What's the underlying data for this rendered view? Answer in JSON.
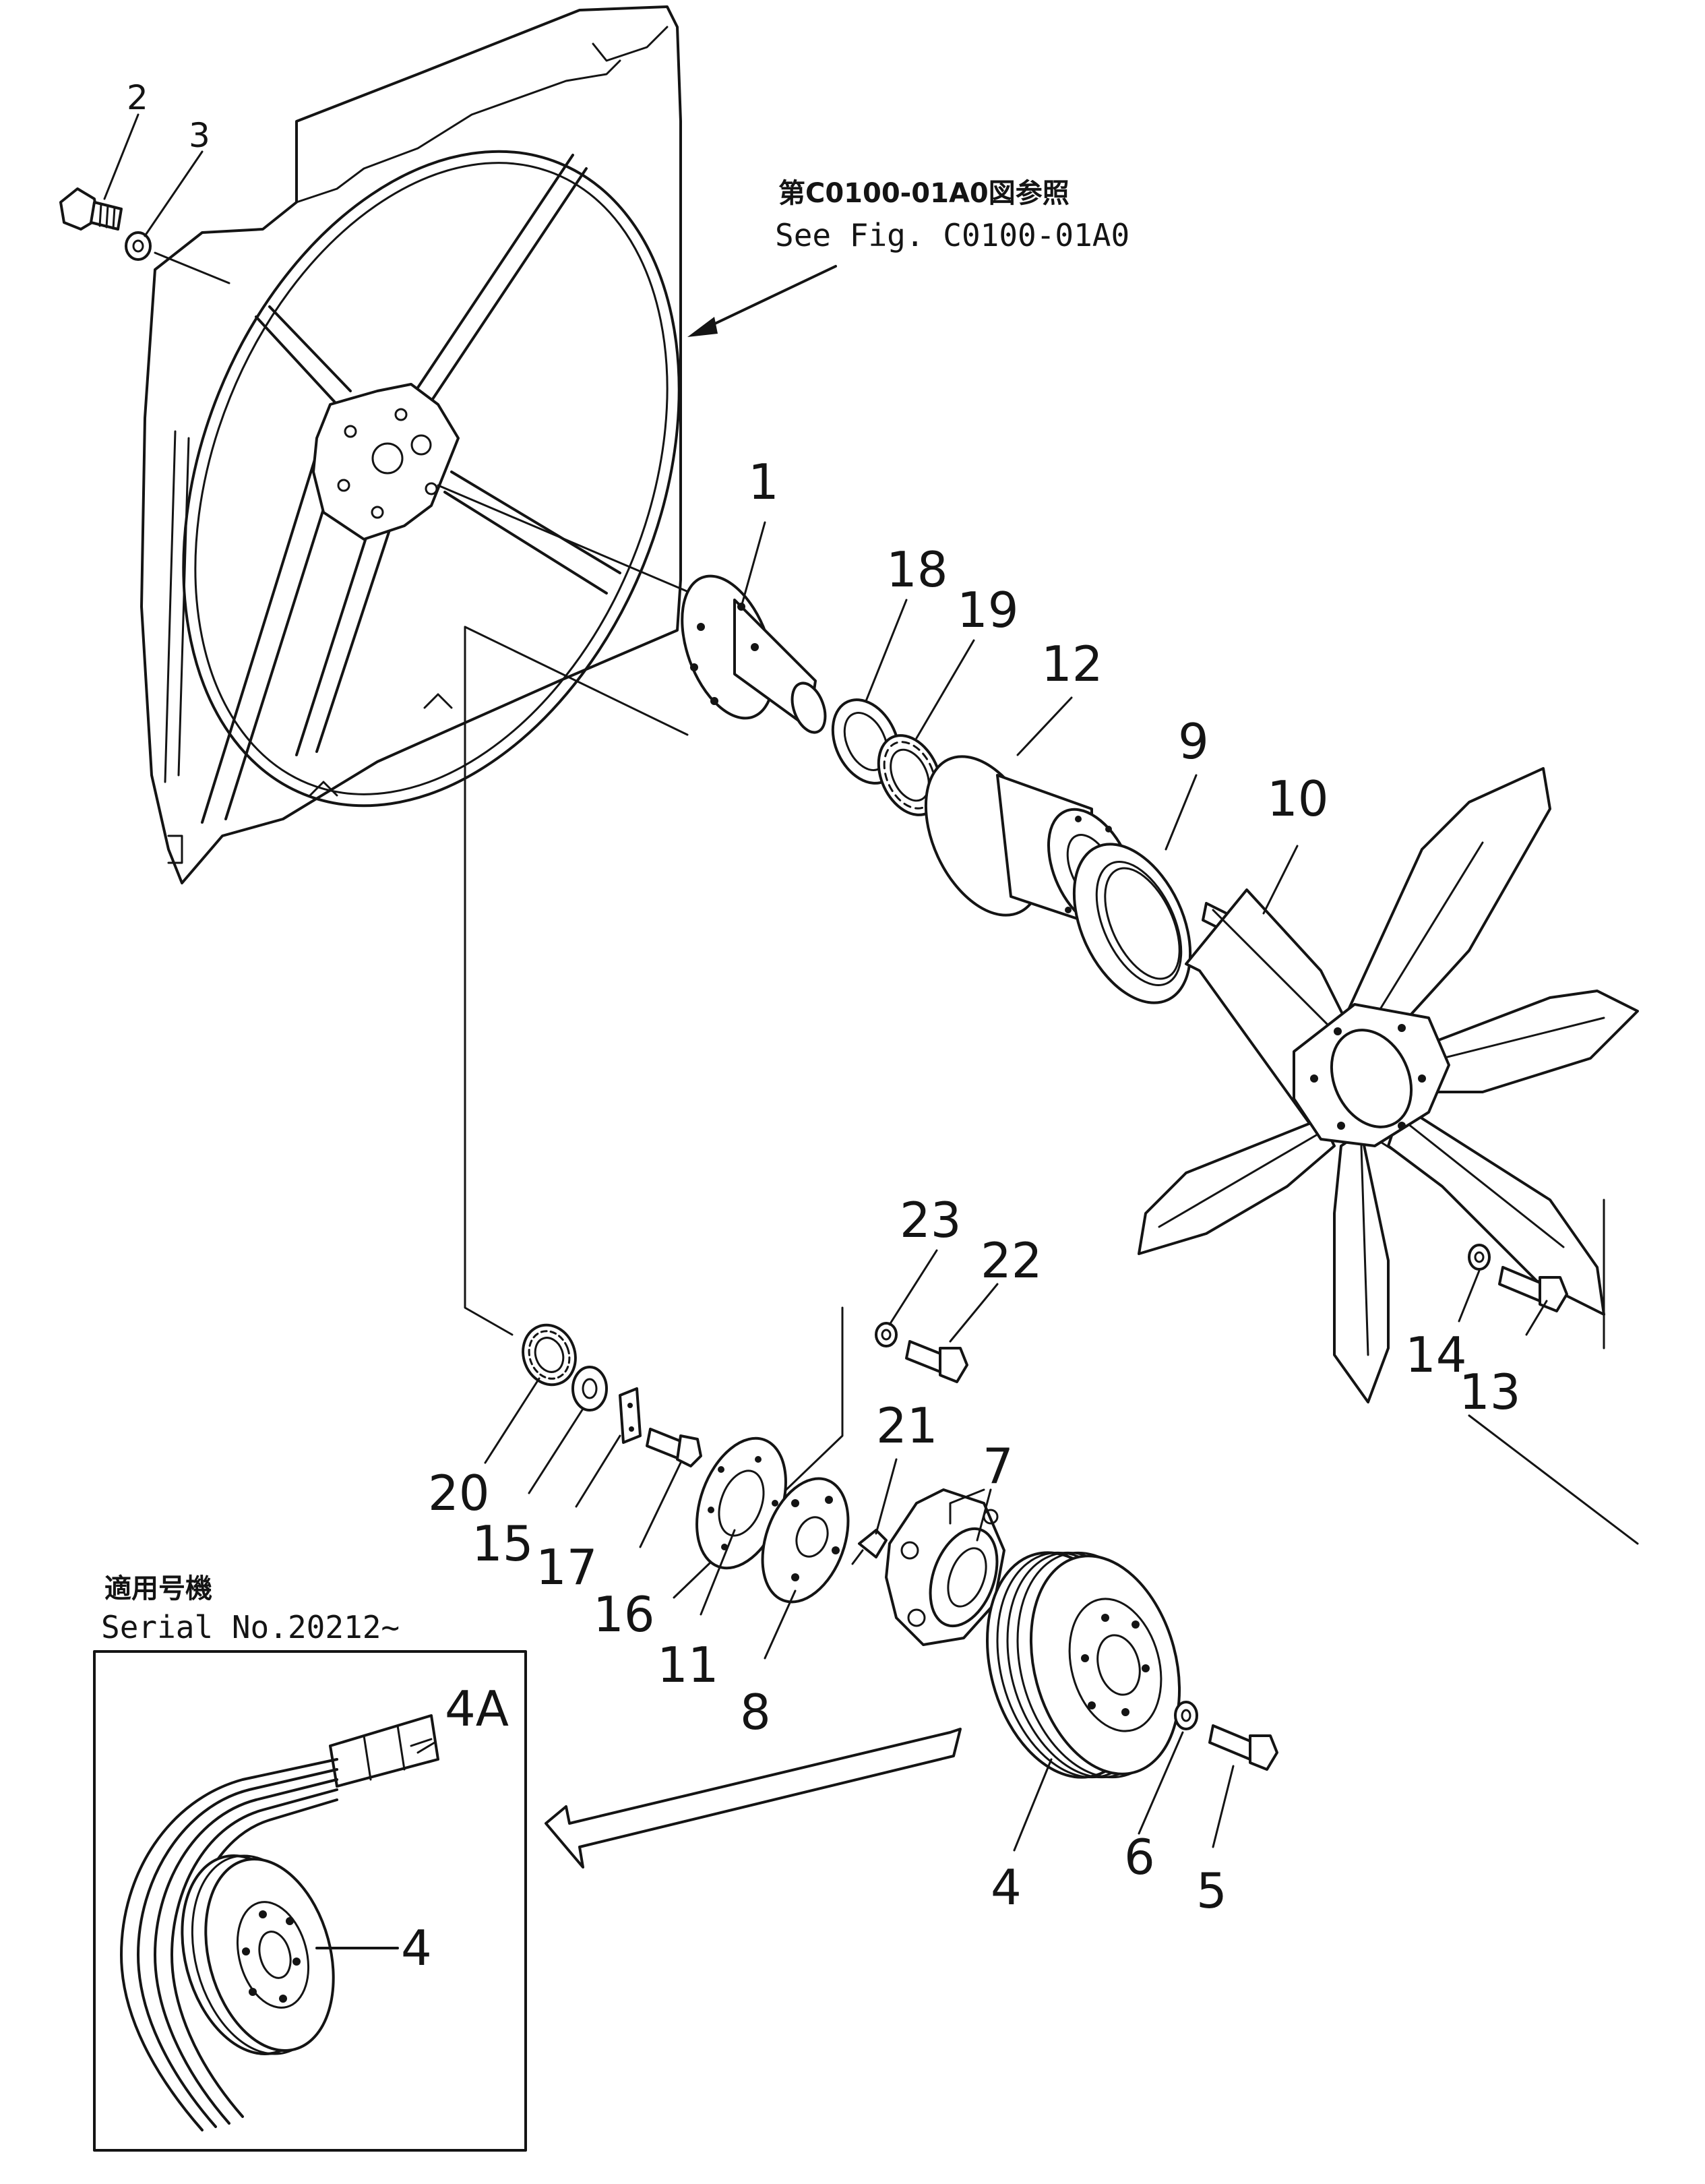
{
  "reference_note": {
    "japanese": "第C0100-01A0図参照",
    "english": "See Fig. C0100-01A0"
  },
  "serial_note": {
    "japanese": "適用号機",
    "english": "Serial No.20212~"
  },
  "part_labels": {
    "p1": "1",
    "p2": "2",
    "p3": "3",
    "p4": "4",
    "p4_inset": "4",
    "p4a": "4A",
    "p5": "5",
    "p6": "6",
    "p7": "7",
    "p8": "8",
    "p9": "9",
    "p10": "10",
    "p11": "11",
    "p12": "12",
    "p13": "13",
    "p14": "14",
    "p15": "15",
    "p16": "16",
    "p17": "17",
    "p18": "18",
    "p19": "19",
    "p20": "20",
    "p21": "21",
    "p22": "22",
    "p23": "23"
  }
}
